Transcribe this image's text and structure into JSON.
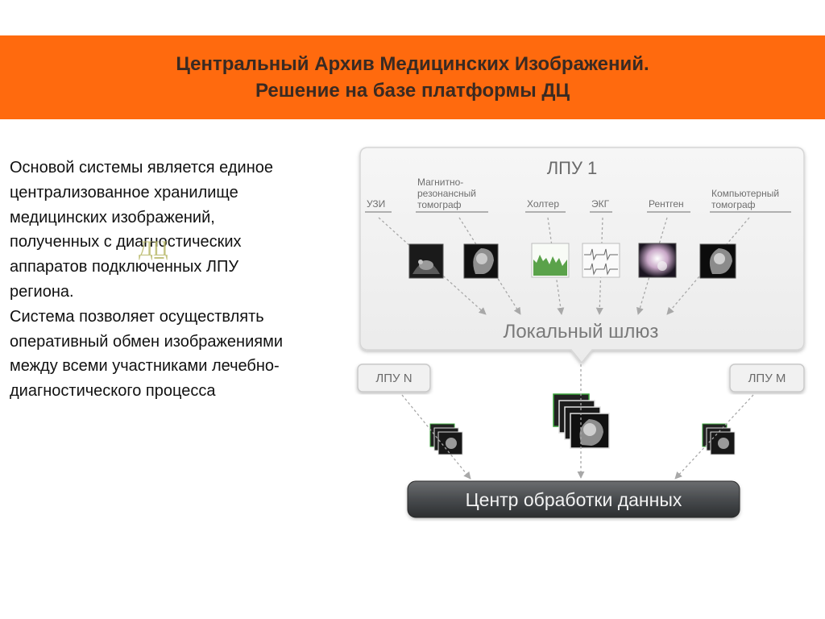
{
  "slide": {
    "title_line1": "Центральный Архив Медицинских Изображений.",
    "title_line2": "Решение на базе платформы ДЦ",
    "accent_color": "#ff6a0e"
  },
  "description": {
    "paragraph1": "Основой системы является единое централизованное хранилище медицинских изображений, полученных с диагностических аппаратов подключенных ЛПУ региона.",
    "paragraph2": "Система позволяет осуществлять оперативный обмен изображениями между всеми участниками лечебно-диагностического процесса"
  },
  "watermark_text": "ДЦ",
  "diagram": {
    "lpu1_title": "ЛПУ 1",
    "devices": [
      {
        "id": "uzi",
        "lines": [
          "УЗИ"
        ],
        "image": "ultrasound-image"
      },
      {
        "id": "mrt",
        "lines": [
          "Магнитно-",
          "резонансный",
          "томограф"
        ],
        "image": "mri-head-image"
      },
      {
        "id": "holter",
        "lines": [
          "Холтер"
        ],
        "image": "holter-chart-image"
      },
      {
        "id": "ekg",
        "lines": [
          "ЭКГ"
        ],
        "image": "ecg-trace-image"
      },
      {
        "id": "xray",
        "lines": [
          "Рентген"
        ],
        "image": "xray-image"
      },
      {
        "id": "ct",
        "lines": [
          "Компьютерный",
          "томограф"
        ],
        "image": "ct-head-image"
      }
    ],
    "gateway_label": "Локальный шлюз",
    "lpu_n_label": "ЛПУ N",
    "lpu_m_label": "ЛПУ M",
    "center_label": "Центр обработки данных"
  }
}
